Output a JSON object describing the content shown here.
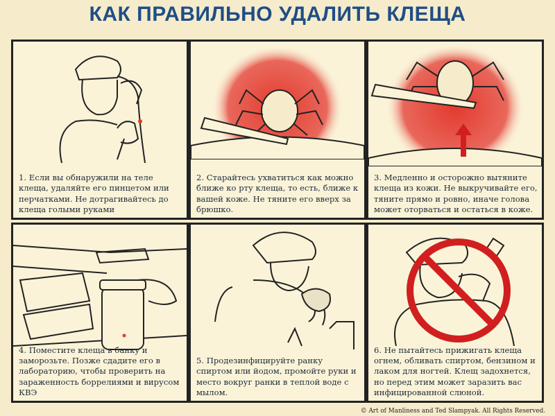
{
  "title": "КАК ПРАВИЛЬНО УДАЛИТЬ КЛЕЩА",
  "steps": [
    {
      "text": "1. Если вы обнаружили на теле клеща, удаляйте его пинцетом или перчатками. Не дотрагивайтесь до клеща голыми руками"
    },
    {
      "text": "2. Старайтесь ухватиться как можно ближе ко рту клеща, то есть, ближе к вашей коже. Не тяните его вверх за брюшко."
    },
    {
      "text": "3. Медленно и осторожно вытяните клеща из кожи. Не выкручивайте его, тяните прямо и ровно, иначе голова может оторваться и остаться в коже."
    },
    {
      "text": "4. Поместите клеща в банку и заморозьте. Позже сдадите его в лабораторию, чтобы проверить на зараженность боррелиями и вирусом КВЭ"
    },
    {
      "text": "5. Продезинфицируйте ранку спиртом или йодом, промойте руки и место вокруг ранки в теплой воде с мылом."
    },
    {
      "text": "6. Не пытайтесь прижигать клеща огнем, обливать спиртом, бензином и лаком для ногтей. Клещ задохнется, но перед этим может заразить вас инфицированной слюной."
    }
  ],
  "credit": "© Art of Manliness and Ted Slampyak. All Rights Reserved.",
  "colors": {
    "title": "#1f4e86",
    "accent_red": "#e23b2e",
    "background": "#f6eccb"
  }
}
